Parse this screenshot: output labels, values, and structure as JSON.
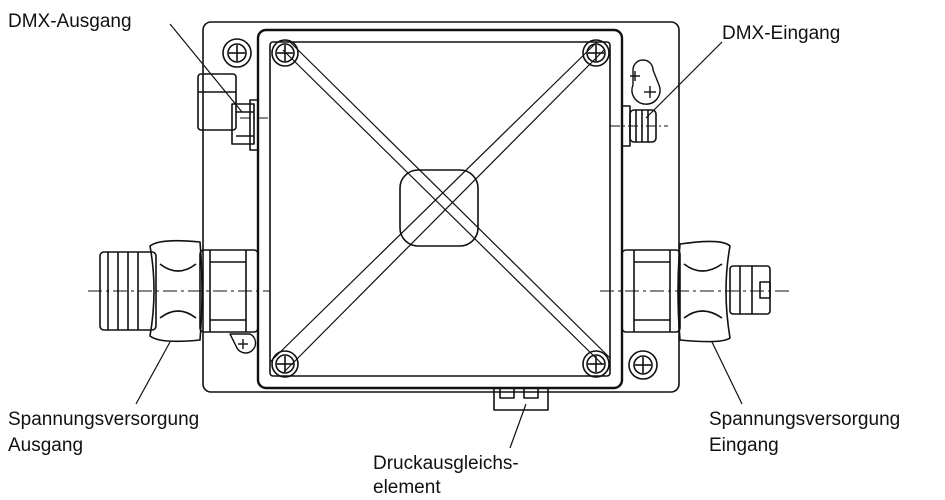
{
  "labels": {
    "dmx_out": "DMX-Ausgang",
    "dmx_in": "DMX-Eingang",
    "power_out_line1": "Spannungsversorgung",
    "power_out_line2": "Ausgang",
    "power_in_line1": "Spannungsversorgung",
    "power_in_line2": "Eingang",
    "pressure_line1": "Druckausgleichs-",
    "pressure_line2": "element"
  },
  "colors": {
    "stroke": "#111111",
    "background": "#ffffff"
  }
}
